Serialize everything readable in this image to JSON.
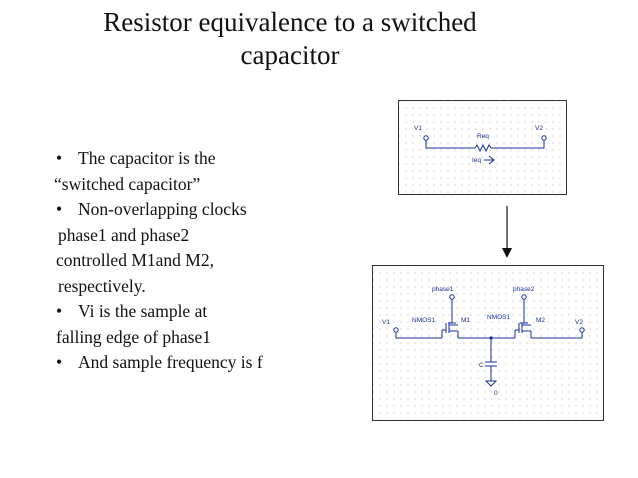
{
  "title": {
    "line1": "Resistor equivalence to a switched",
    "line2": "capacitor"
  },
  "bullets": [
    {
      "text": "The capacitor is the",
      "bullet": true
    },
    {
      "text": "“switched capacitor”",
      "bullet": false
    },
    {
      "text": "Non-overlapping clocks",
      "bullet": true
    },
    {
      "text": " phase1 and phase2",
      "bullet": false
    },
    {
      "text": "controlled M1and M2,",
      "bullet": false
    },
    {
      "text": " respectively.",
      "bullet": false
    },
    {
      "text": "Vi is the sample at",
      "bullet": true
    },
    {
      "text": "falling edge of phase1",
      "bullet": false
    },
    {
      "text": "And sample frequency is f",
      "bullet": true
    }
  ],
  "schematic_resistor": {
    "v1": "V1",
    "v2": "V2",
    "req": "Req",
    "ieq": "Ieq"
  },
  "schematic_switched": {
    "phase1": "phase1",
    "phase2": "phase2",
    "v1": "V1",
    "v2": "V2",
    "nmos1a": "NMOS1",
    "m1": "M1",
    "nmos1b": "NMOS1",
    "m2": "M2",
    "c": "C",
    "ground": "0"
  },
  "colors": {
    "wire": "#1a2f99",
    "text": "#1a2f99",
    "grid_dot": "#b8b8b8",
    "border": "#333333"
  }
}
